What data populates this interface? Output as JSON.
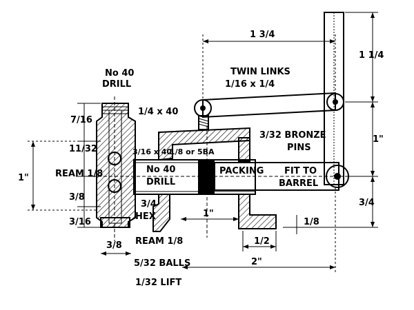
{
  "labels": {
    "no40_drill_top": "No 40",
    "no40_drill_top_2": "DRILL",
    "tap_size": "1/4 x 40",
    "twin_links": "TWIN LINKS",
    "twin_links_size": "1/16 x 1/4",
    "pin_size": "1/8 or 5BA",
    "side_tap": "3/16 x 40",
    "bronze_pins": "3/32 BRONZE",
    "bronze_pins_2": "PINS",
    "inner_drill": "No 40",
    "inner_drill_2": "DRILL",
    "packing": "PACKING",
    "fit_to": "FIT TO",
    "barrel": "BARREL",
    "ream_left": "REAM 1/8",
    "hex": "3/4",
    "hex_2": "HEX",
    "ream_bottom": "REAM 1/8",
    "balls": "5/32 BALLS",
    "lift": "1/32 LIFT"
  },
  "dimensions": {
    "d_7_16": "7/16",
    "d_11_32": "11/32",
    "d_1_inch_left": "1\"",
    "d_3_8_v": "3/8",
    "d_3_16": "3/16",
    "d_3_8_h": "3/8",
    "d_1_3_4": "1 3/4",
    "d_1_1_4": "1 1/4",
    "d_1_right": "1\"",
    "d_3_4": "3/4",
    "d_1_bottom": "1\"",
    "d_1_8": "1/8",
    "d_1_2": "1/2",
    "d_2": "2\""
  }
}
